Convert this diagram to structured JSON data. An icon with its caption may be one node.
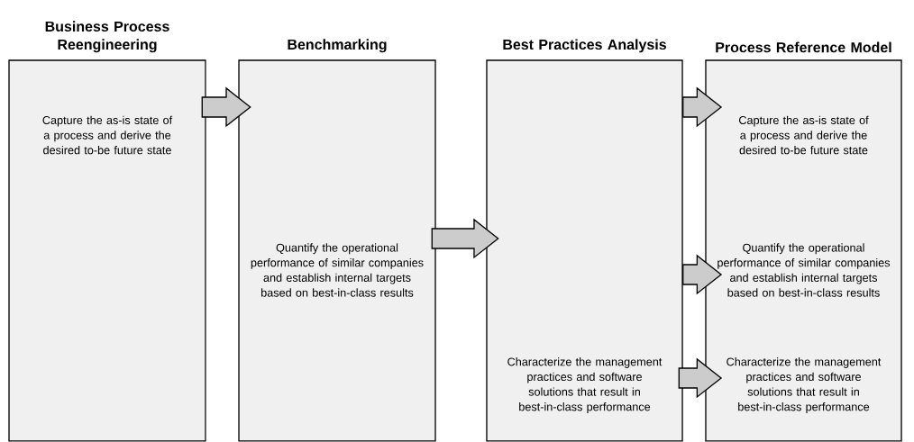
{
  "diagram": {
    "nodes": [
      {
        "text": [
          "Business Process Reengineering"
        ]
      },
      {
        "text": [
          "Capture the as-is state of a process and derive the desired to-be future state"
        ],
        "in": 0
      },
      {
        "text": [
          "Benchmarking"
        ]
      },
      {
        "text": [
          "Quantify the operational performance of similar companies and establish internal targets based on best-in-class results"
        ],
        "in": 2
      },
      {
        "text": [
          "Best Practices Analysis"
        ]
      },
      {
        "text": [
          "Characterize the management practices and software solutions that result in best-in-class performance"
        ],
        "in": 4
      },
      {
        "text": [
          "Process Reference Model"
        ]
      },
      {
        "text": [
          "Capture the as-is state of a process and derive the desired to-be future state"
        ],
        "in": 6
      },
      {
        "text": [
          "Quantify the operational performance of similar companies and establish internal targets based on best-in-class results"
        ],
        "in": 6
      },
      {
        "text": [
          "Characterize the management practices and software solutions that result in best-in-class performance"
        ],
        "in": 6
      }
    ],
    "edges": [
      {
        "from": 1,
        "to": 2,
        "arrow": "to"
      },
      {
        "from": 3,
        "to": 4,
        "arrow": "to"
      },
      {
        "from": 4,
        "to": 7,
        "arrow": "to"
      },
      {
        "from": 4,
        "to": 8,
        "arrow": "to"
      },
      {
        "from": 5,
        "to": 9,
        "arrow": "to"
      }
    ]
  }
}
